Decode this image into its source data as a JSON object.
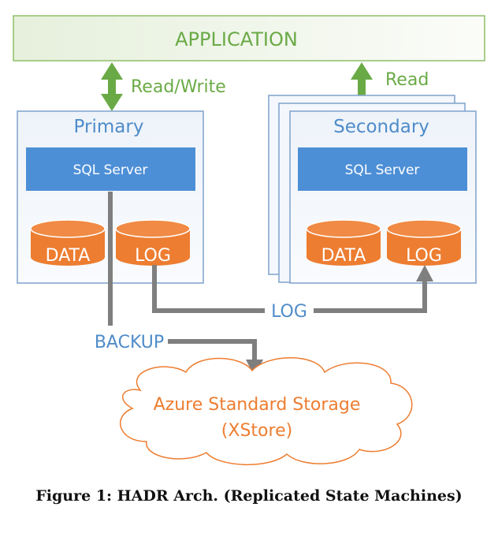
{
  "colors": {
    "green": "#6aaa46",
    "blue_text": "#4f8cc9",
    "sql_fill": "#4d8fd6",
    "box_border": "#7ea2cc",
    "box_fill": "#f4f7fb",
    "orange": "#ed7d31",
    "orange_dark": "#c55a11",
    "gray": "#7f7f7f"
  },
  "application": {
    "label": "APPLICATION"
  },
  "arrows": {
    "read_write": "Read/Write",
    "read": "Read"
  },
  "primary": {
    "title": "Primary",
    "sql_server": "SQL Server",
    "data_disk": "DATA",
    "log_disk": "LOG"
  },
  "secondary": {
    "title": "Secondary",
    "sql_server": "SQL Server",
    "data_disk": "DATA",
    "log_disk": "LOG"
  },
  "flows": {
    "log": "LOG",
    "backup": "BACKUP"
  },
  "storage": {
    "line1": "Azure Standard Storage",
    "line2": "(XStore)"
  },
  "caption": "Figure 1: HADR Arch. (Replicated State Machines)"
}
